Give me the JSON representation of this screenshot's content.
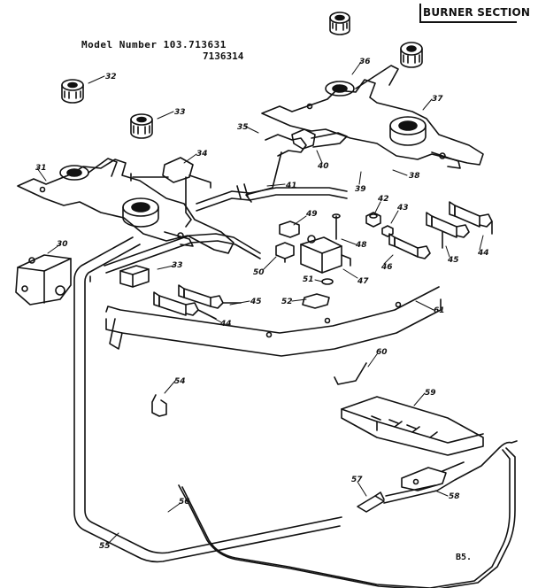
{
  "header": {
    "section_title": "BURNER SECTION"
  },
  "model": {
    "line1": "Model Number 103.713631",
    "line2": "7136314"
  },
  "page_ref": "B5.",
  "callouts": [
    {
      "id": "32",
      "label": "32"
    },
    {
      "id": "33a",
      "label": "33"
    },
    {
      "id": "31",
      "label": "31"
    },
    {
      "id": "34",
      "label": "34"
    },
    {
      "id": "36",
      "label": "36"
    },
    {
      "id": "37",
      "label": "37"
    },
    {
      "id": "35",
      "label": "35"
    },
    {
      "id": "40",
      "label": "40"
    },
    {
      "id": "38",
      "label": "38"
    },
    {
      "id": "39",
      "label": "39"
    },
    {
      "id": "41",
      "label": "41"
    },
    {
      "id": "30",
      "label": "30"
    },
    {
      "id": "33b",
      "label": "33"
    },
    {
      "id": "42",
      "label": "42"
    },
    {
      "id": "43",
      "label": "43"
    },
    {
      "id": "49",
      "label": "49"
    },
    {
      "id": "48",
      "label": "48"
    },
    {
      "id": "47",
      "label": "47"
    },
    {
      "id": "50",
      "label": "50"
    },
    {
      "id": "51",
      "label": "51"
    },
    {
      "id": "46",
      "label": "46"
    },
    {
      "id": "45a",
      "label": "45"
    },
    {
      "id": "44a",
      "label": "44"
    },
    {
      "id": "52",
      "label": "52"
    },
    {
      "id": "61",
      "label": "61"
    },
    {
      "id": "45b",
      "label": "45"
    },
    {
      "id": "44b",
      "label": "44"
    },
    {
      "id": "60",
      "label": "60"
    },
    {
      "id": "54",
      "label": "54"
    },
    {
      "id": "59",
      "label": "59"
    },
    {
      "id": "57",
      "label": "57"
    },
    {
      "id": "58",
      "label": "58"
    },
    {
      "id": "56",
      "label": "56"
    },
    {
      "id": "55",
      "label": "55"
    }
  ]
}
